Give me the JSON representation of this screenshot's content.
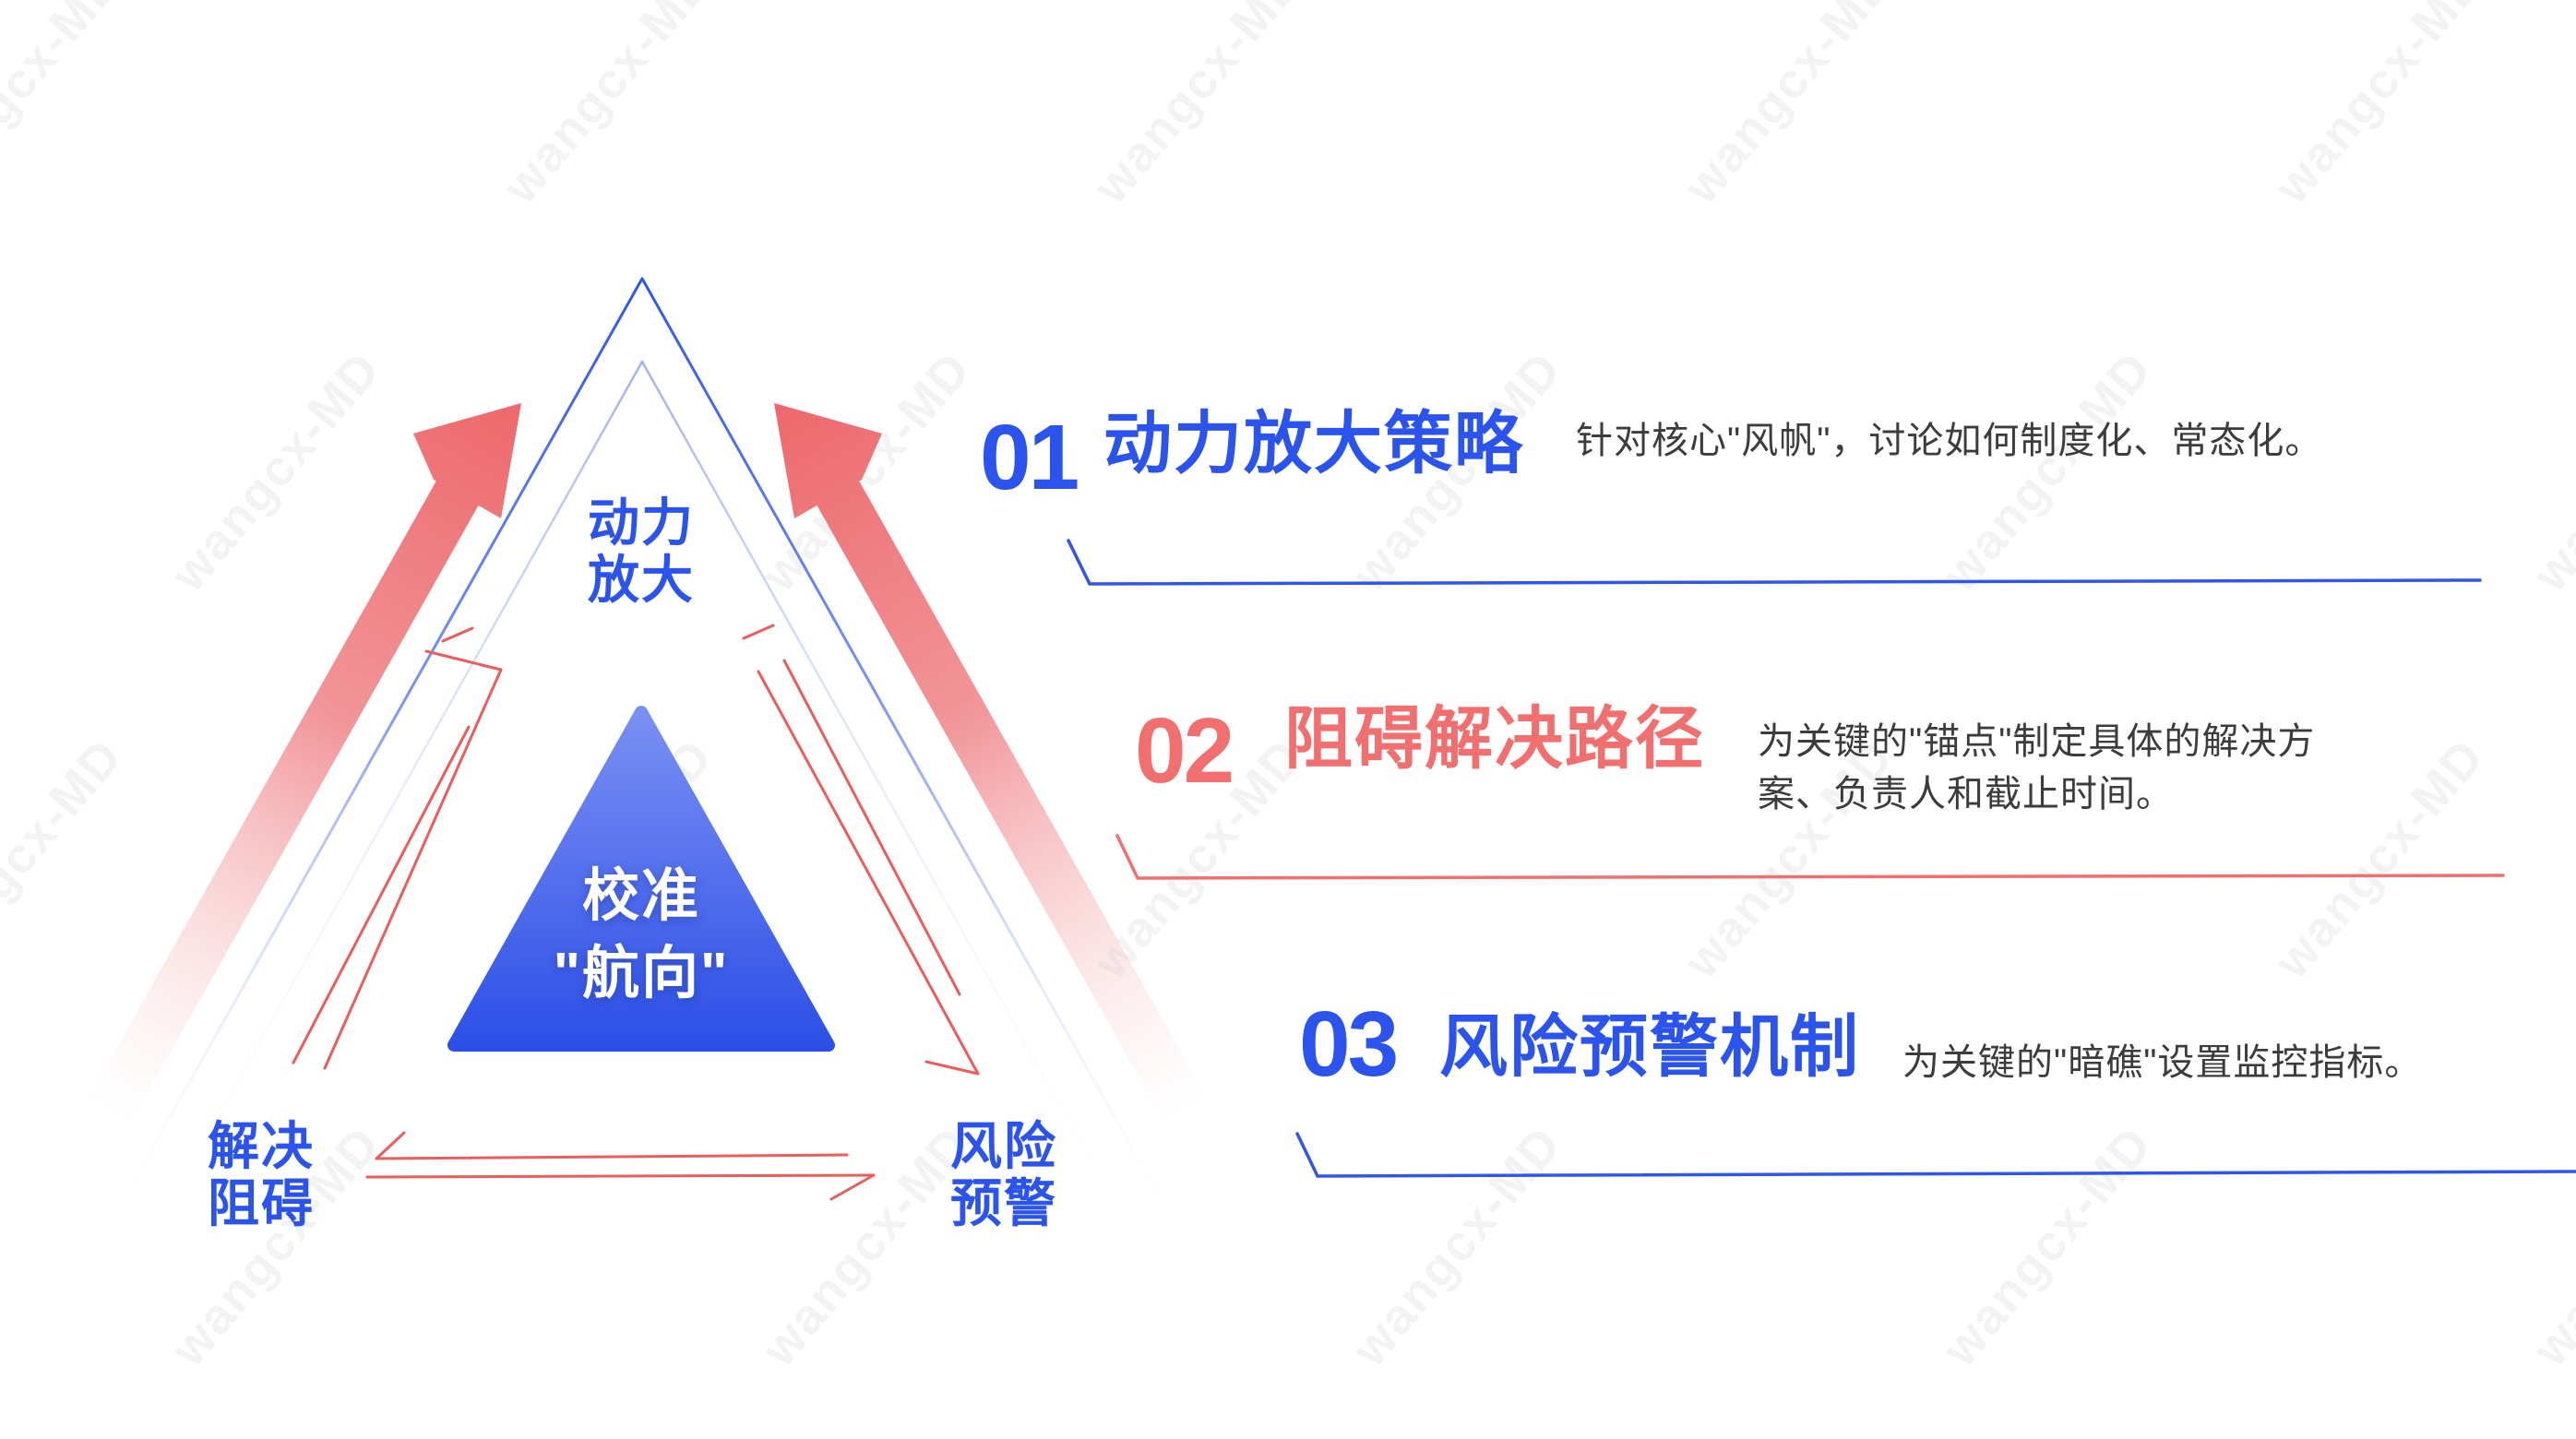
{
  "slide": {
    "watermark_text": "wangcx-MD"
  },
  "colors": {
    "accent_blue": "#2B53EE",
    "accent_red": "#F26F6F",
    "thin_arrow_red": "#ED5C5C",
    "description_text": "#3C3C3C",
    "center_triangle_top": "#7A8FF3",
    "center_triangle_bottom": "#2B4FE7"
  },
  "triangle": {
    "center_label": "校准\n\"航向\"",
    "top_label": "动力\n放大",
    "bottom_left_label": "解决\n阻碍",
    "bottom_right_label": "风险\n预警"
  },
  "items": [
    {
      "number": "01",
      "title": "动力放大策略",
      "description": "针对核心\"风帆\"，讨论如何制度化、常态化。"
    },
    {
      "number": "02",
      "title": "阻碍解决路径",
      "description": "为关键的\"锚点\"制定具体的解决方\n案、负责人和截止时间。"
    },
    {
      "number": "03",
      "title": "风险预警机制",
      "description": "为关键的\"暗礁\"设置监控指标。"
    }
  ]
}
